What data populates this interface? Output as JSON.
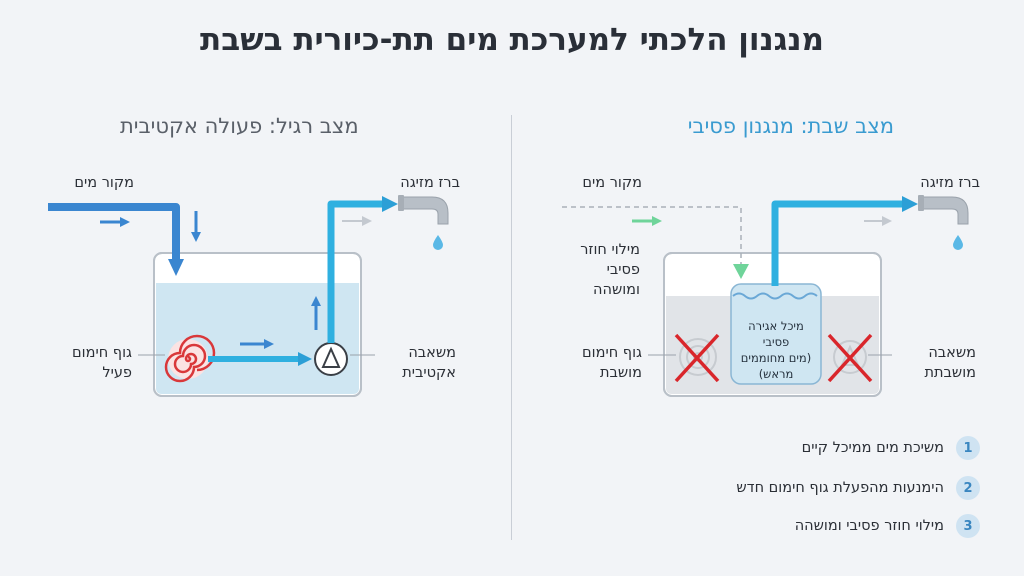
{
  "title": "מנגנון הלכתי למערכת מים תת-כיורית בשבת",
  "left_panel": {
    "heading": "מצב רגיל: פעולה אקטיבית",
    "water_source": "מקור מים",
    "faucet": "ברז מזיגה",
    "heater": "גוף חימום\nפעיל",
    "pump": "משאבה\nאקטיבית"
  },
  "right_panel": {
    "heading": "מצב שבת: מנגנון פסיבי",
    "water_source": "מקור מים",
    "faucet": "ברז מזיגה",
    "refill": "מילוי חוזר\nפסיבי\nומושהה",
    "heater": "גוף חימום\nמושבת",
    "pump": "משאבה\nמושבתת",
    "storage_tank": "מיכל אגירה\nפסיבי\n(מים מחוממים\nמראש)"
  },
  "steps": [
    {
      "num": "1",
      "text": "משיכת מים ממיכל קיים"
    },
    {
      "num": "2",
      "text": "הימנעות מהפעלת גוף חימום חדש"
    },
    {
      "num": "3",
      "text": "מילוי חוזר פסיבי ומושהה"
    }
  ],
  "colors": {
    "pipe_blue": "#3a86d0",
    "pipe_cyan": "#2fb0e0",
    "water": "#cfe6f2",
    "disabled_x": "#d9262b",
    "heater_red": "#d9383a",
    "refill_green": "#6fd49a"
  },
  "icons": [
    "faucet-icon",
    "water-drop-icon",
    "heating-coil-icon",
    "pump-icon",
    "disabled-x-icon",
    "arrow-icon"
  ]
}
